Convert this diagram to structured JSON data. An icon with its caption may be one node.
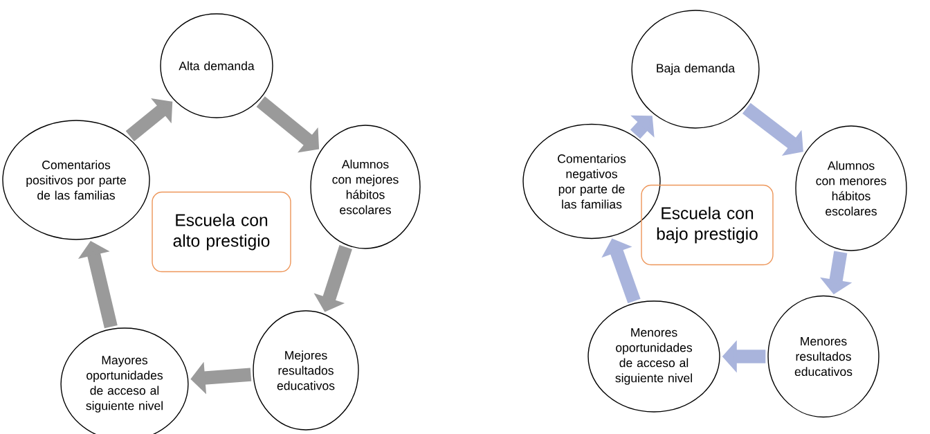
{
  "diagram": {
    "nodes": [
      {
        "text": [
          "Alta demanda"
        ]
      },
      {
        "text": [
          "Alumnos con mejores hábitos escolares"
        ]
      },
      {
        "text": [
          "Mejores resultados educativos"
        ]
      },
      {
        "text": [
          "Mayores oportunidades de acceso al siguiente nivel"
        ]
      },
      {
        "text": [
          "Comentarios positivos por parte de las familias"
        ]
      },
      {
        "text": [
          "Escuela con alto prestigio"
        ]
      },
      {
        "text": [
          "Baja demanda"
        ]
      },
      {
        "text": [
          "Alumnos con menores hábitos escolares"
        ]
      },
      {
        "text": [
          "Menores resultados educativos"
        ]
      },
      {
        "text": [
          "Menores oportunidades de acceso al siguiente nivel"
        ]
      },
      {
        "text": [
          "Comentarios negativos por parte de las familias"
        ]
      },
      {
        "text": [
          "Escuela con bajo prestigio"
        ]
      }
    ],
    "edges": [
      {
        "from": 0,
        "to": 1,
        "arrow": "to",
        "color": "#9a9a9a"
      },
      {
        "from": 1,
        "to": 2,
        "arrow": "to",
        "color": "#9a9a9a"
      },
      {
        "from": 2,
        "to": 3,
        "arrow": "to",
        "color": "#9a9a9a"
      },
      {
        "from": 3,
        "to": 4,
        "arrow": "to",
        "color": "#9a9a9a"
      },
      {
        "from": 4,
        "to": 0,
        "arrow": "to",
        "color": "#9a9a9a"
      },
      {
        "from": 6,
        "to": 7,
        "arrow": "to",
        "color": "#a9b4dc"
      },
      {
        "from": 7,
        "to": 8,
        "arrow": "to",
        "color": "#a9b4dc"
      },
      {
        "from": 8,
        "to": 9,
        "arrow": "to",
        "color": "#a9b4dc"
      },
      {
        "from": 9,
        "to": 10,
        "arrow": "to",
        "color": "#a9b4dc"
      },
      {
        "from": 10,
        "to": 6,
        "arrow": "to",
        "color": "#a9b4dc"
      }
    ]
  }
}
